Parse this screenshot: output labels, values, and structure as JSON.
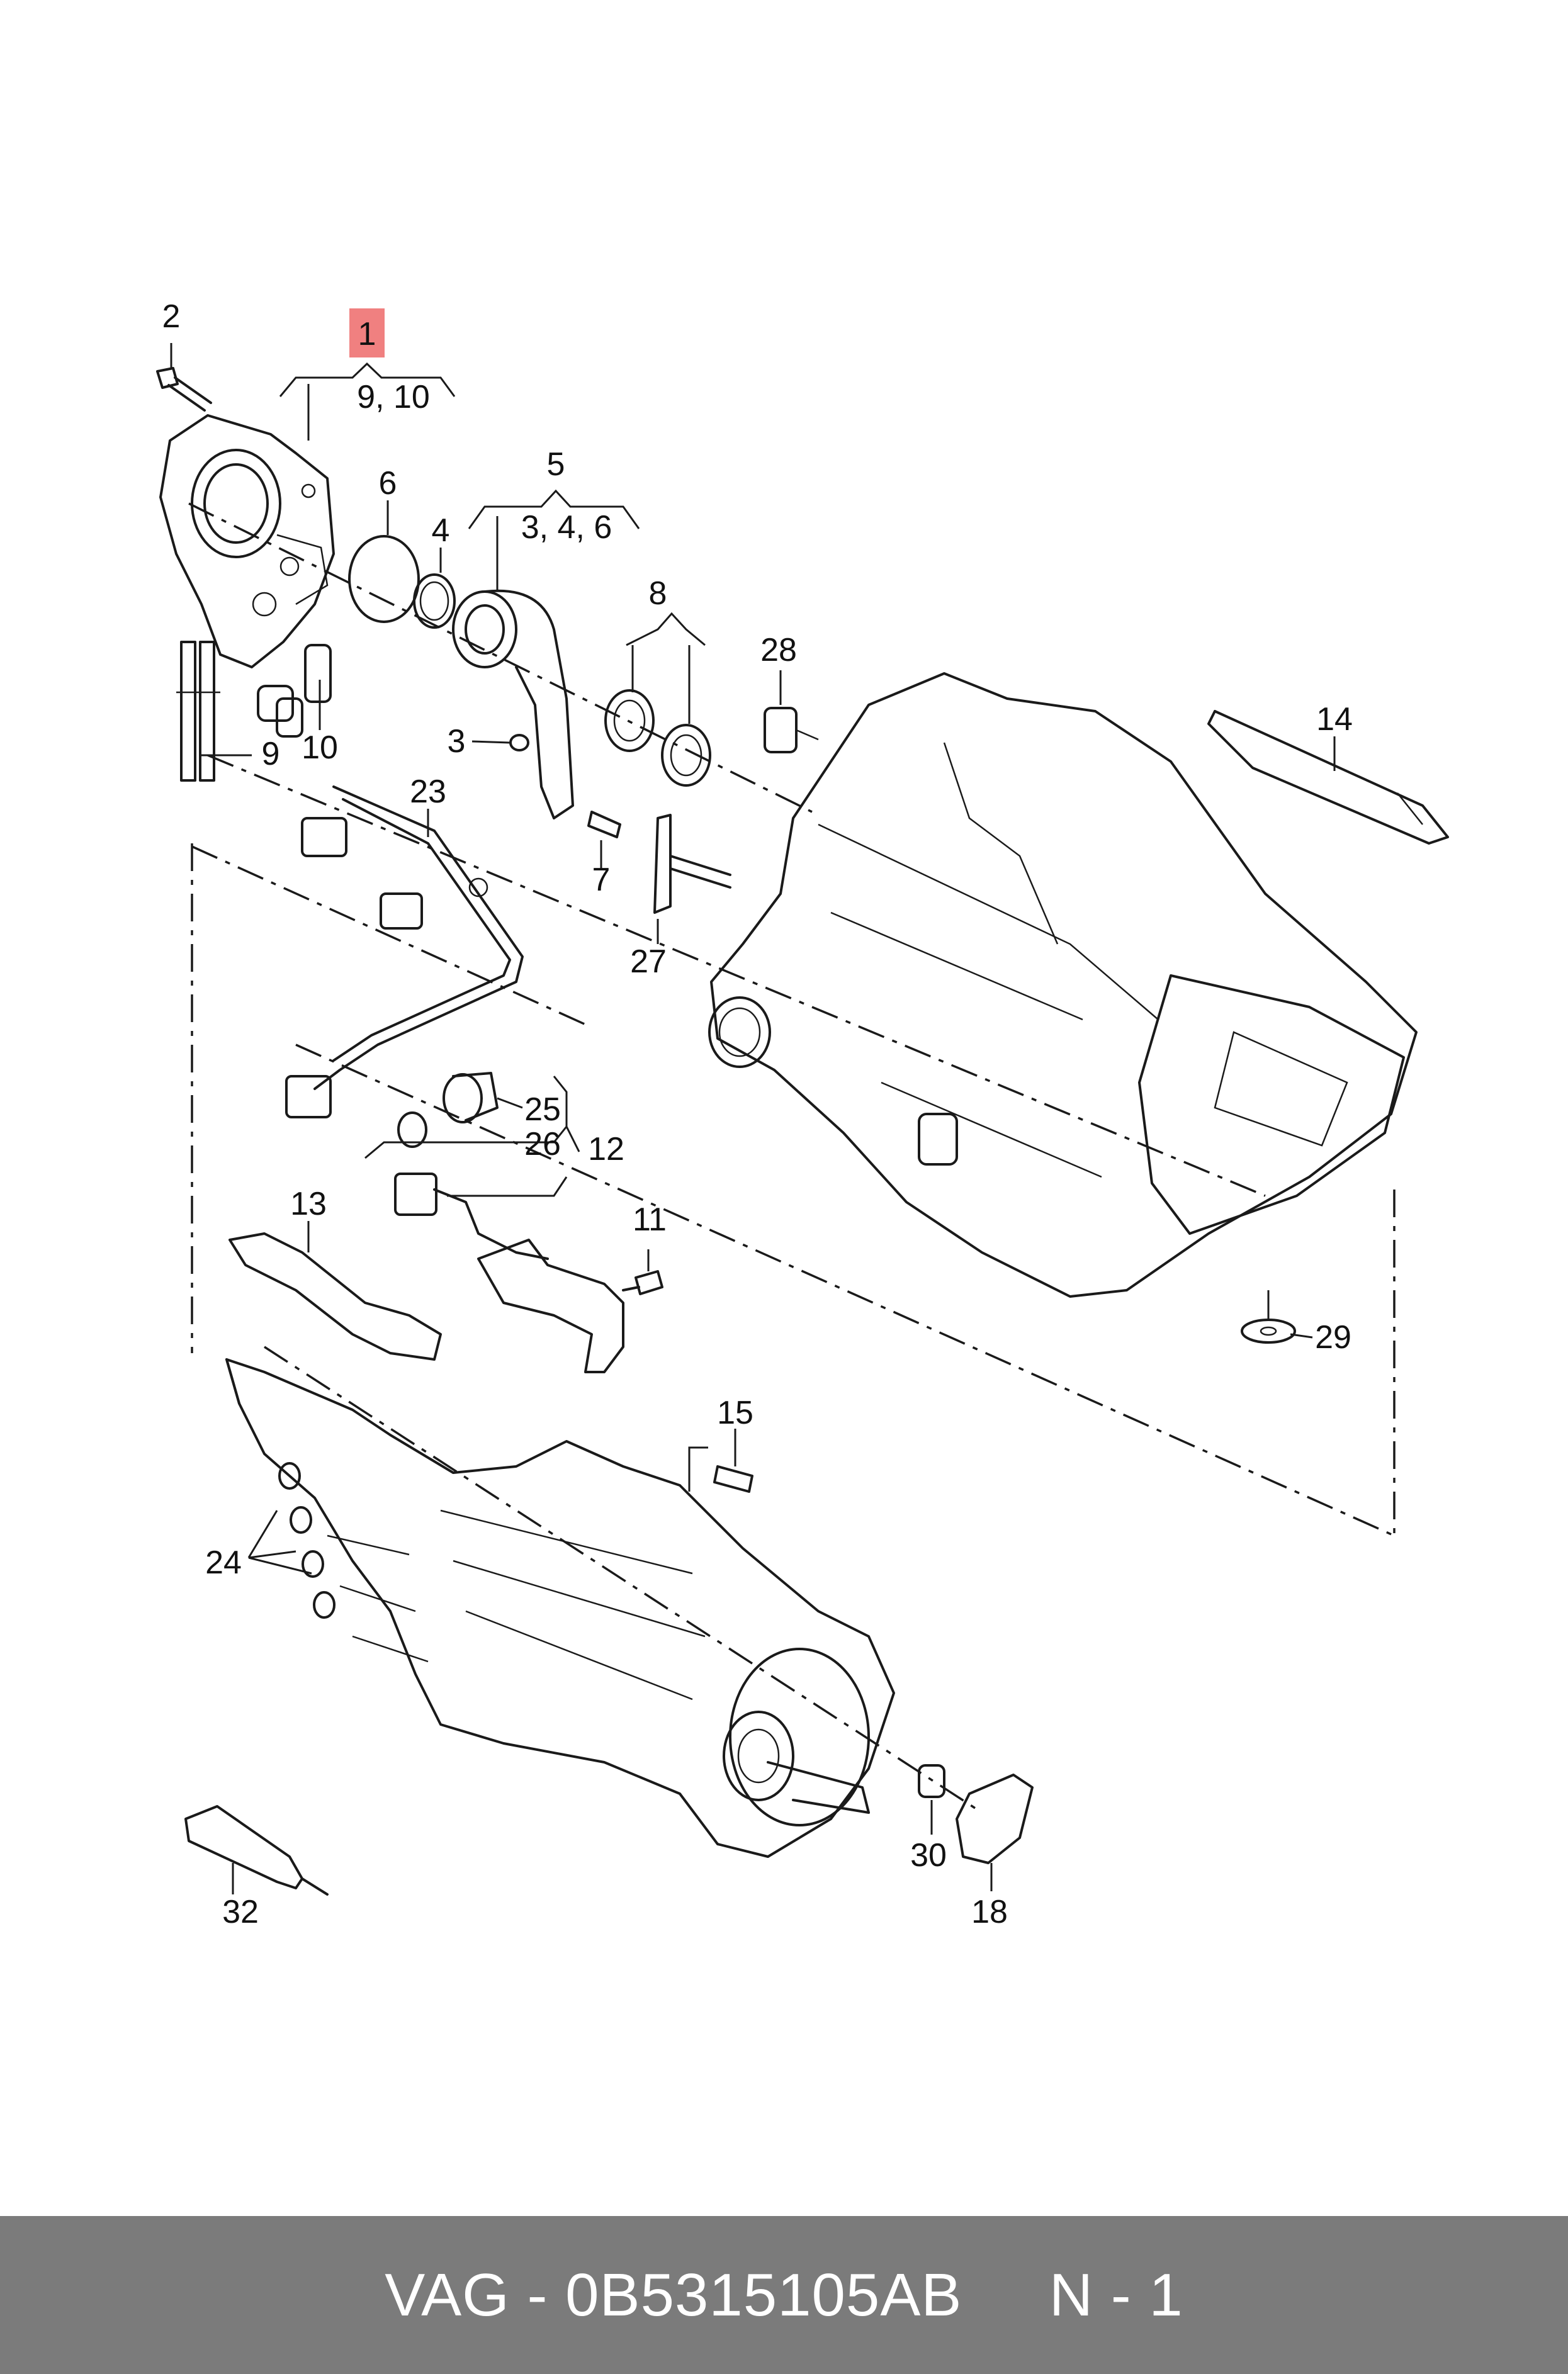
{
  "diagram": {
    "callouts": [
      "1",
      "2",
      "3",
      "4",
      "5",
      "6",
      "7",
      "8",
      "9",
      "10",
      "11",
      "12",
      "13",
      "14",
      "15",
      "18",
      "23",
      "24",
      "25",
      "26",
      "27",
      "28",
      "29",
      "30",
      "32"
    ],
    "group_labels": {
      "group_1": "9, 10",
      "group_5": "3, 4, 6"
    },
    "highlight_color": "#f08080"
  },
  "footer": {
    "text": "VAG - 0B5315105AB     N - 1",
    "background": "#7b7b7b",
    "text_color": "#ffffff"
  }
}
